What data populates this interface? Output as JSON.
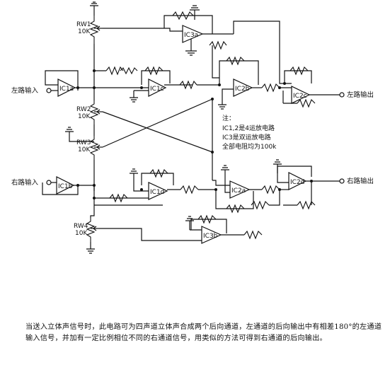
{
  "labels": {
    "left_input": "左路输入",
    "right_input": "右路输入",
    "left_output": "左路输出",
    "right_output": "右路输出",
    "rw1": "RW1",
    "rw1_val": "10K",
    "rw2": "RW2",
    "rw2_val": "10K",
    "rw3": "RW3",
    "rw3_val": "10K",
    "rw4": "RW4",
    "rw4_val": "10K",
    "ic1a": "IC1a",
    "ic1b": "IC1b",
    "ic1c": "IC1c",
    "ic1d": "IC1d",
    "ic2a": "IC2a",
    "ic2b": "IC2b",
    "ic2c": "IC2c",
    "ic2d": "IC2d",
    "ic3a": "IC3a",
    "ic3b": "IC3b"
  },
  "note": {
    "line1": "注：",
    "line2": "IC1,2是4运放电路",
    "line3": "IC3是双运放电路",
    "line4": "全部电阻均为100k"
  },
  "caption": "当送入立体声信号时，此电路可为四声道立体声合成两个后向通道，左通道的后向输出中有相差180°的左通道输入信号，并加有一定比例相位不同的右通道信号，用类似的方法可得到右通道的后向输出。"
}
